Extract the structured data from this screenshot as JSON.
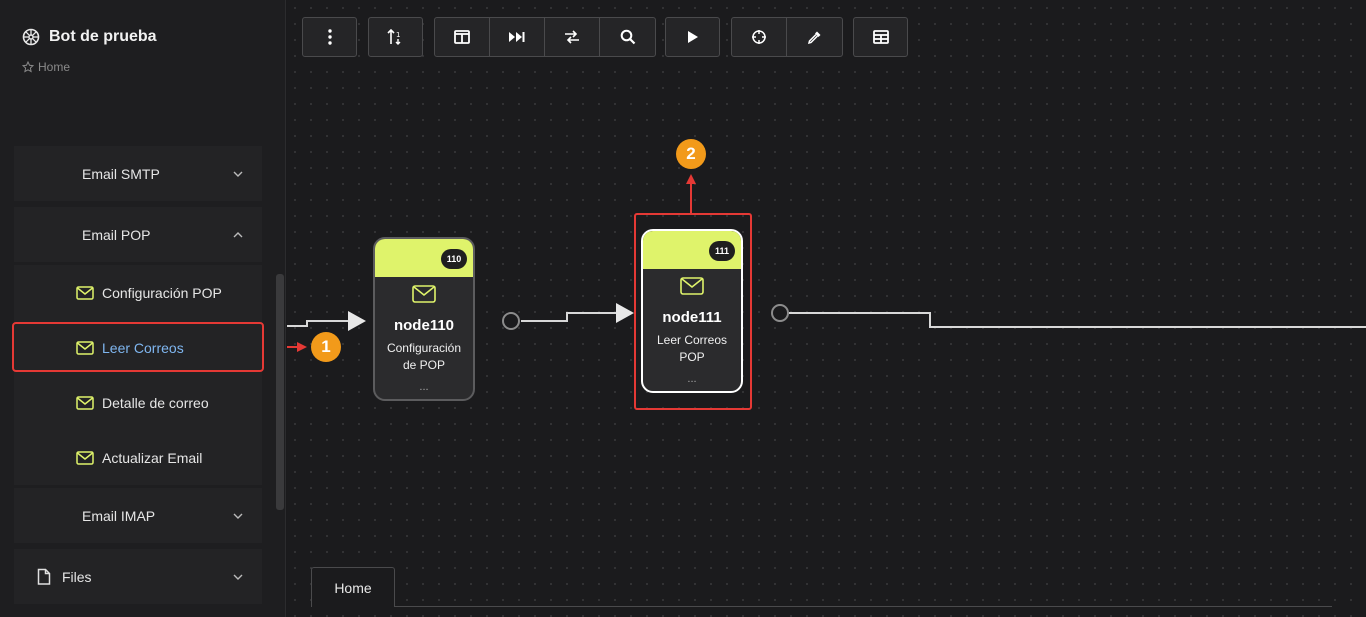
{
  "app": {
    "title": "Bot de prueba",
    "breadcrumb": "Home"
  },
  "sidebar": {
    "items": [
      {
        "label": "Email SMTP",
        "expanded": false
      },
      {
        "label": "Email POP",
        "expanded": true
      },
      {
        "label": "Configuración POP"
      },
      {
        "label": "Leer Correos",
        "active": true
      },
      {
        "label": "Detalle de correo"
      },
      {
        "label": "Actualizar Email"
      },
      {
        "label": "Email IMAP",
        "expanded": false
      },
      {
        "label": "Files",
        "expanded": false
      }
    ]
  },
  "toolbar": {
    "buttons": [
      "more-vert-icon",
      "sort-icon",
      "layout-columns-icon",
      "skip-forward-icon",
      "transform-icon",
      "search-icon",
      "play-icon",
      "crosshair-icon",
      "eyedropper-icon",
      "table-icon"
    ]
  },
  "nodes": [
    {
      "badge": "110",
      "name": "node110",
      "description": "Configuración de POP",
      "more": "..."
    },
    {
      "badge": "111",
      "name": "node111",
      "description": "Leer Correos POP",
      "more": "..."
    }
  ],
  "annotations": {
    "step1": "1",
    "step2": "2"
  },
  "tabs": [
    {
      "label": "Home"
    }
  ],
  "colors": {
    "accent": "#dff36b",
    "highlight": "#e53935",
    "step": "#f29a1a",
    "active_text": "#7fb6f0"
  }
}
